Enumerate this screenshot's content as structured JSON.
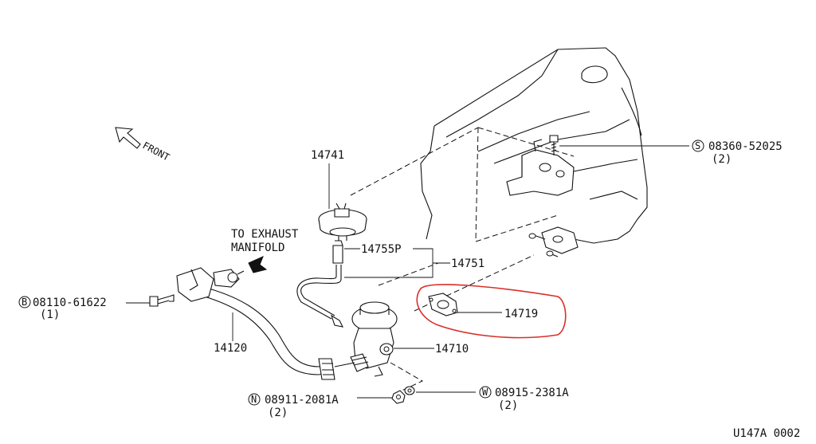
{
  "labels": {
    "front": "FRONT",
    "to_exhaust_line1": "TO EXHAUST",
    "to_exhaust_line2": "MANIFOLD",
    "p14741": "14741",
    "p14755p": "14755P",
    "p14751": "14751",
    "p14719": "14719",
    "p14710": "14710",
    "p14120": "14120",
    "bolt_b_symbol": "B",
    "bolt_b_num": "08110-61622",
    "bolt_b_qty": "(1)",
    "bolt_s_symbol": "S",
    "bolt_s_num": "08360-52025",
    "bolt_s_qty": "(2)",
    "nut_n_symbol": "N",
    "nut_n_num": "08911-2081A",
    "nut_n_qty": "(2)",
    "washer_w_symbol": "W",
    "washer_w_num": "08915-2381A",
    "washer_w_qty": "(2)",
    "drawing_code": "U147A 0002"
  },
  "colors": {
    "line": "#111111",
    "highlight": "#d9302a",
    "background": "#ffffff"
  }
}
